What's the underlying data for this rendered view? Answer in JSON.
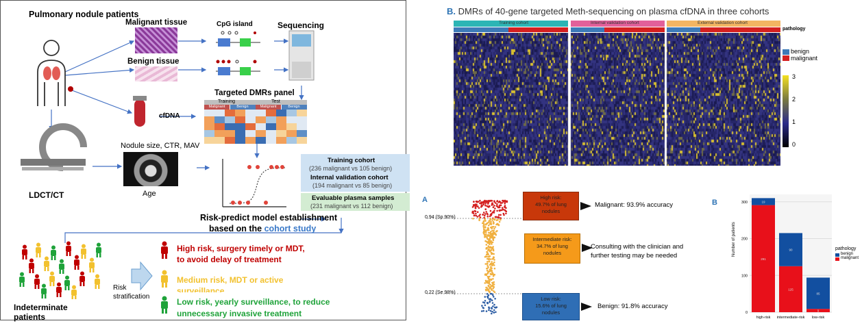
{
  "left": {
    "patients_title": "Pulmonary nodule  patients",
    "malignant_tissue": "Malignant tissue",
    "benign_tissue": "Benign tissue",
    "cpg_island": "CpG island",
    "sequencing": "Sequencing",
    "cfdna": "cfDNA",
    "panel_title": "Targeted DMRs panel",
    "panel_header_training": "Training",
    "panel_header_test": "Test",
    "panel_sub": [
      "Malignant",
      "Benign",
      "Malignant",
      "Benign"
    ],
    "ldct": "LDCT/CT",
    "nodule_features": "Nodule size, CTR, MAV",
    "age": "Age",
    "training_cohort": "Training cohort",
    "training_counts": "(236 malignant vs 105 benign)",
    "internal_cohort": "Internal validation cohort",
    "internal_counts": "(194 malignant vs 85 benign)",
    "evaluable": "Evaluable plasma samples",
    "evaluable_counts": "(231 malignant vs 112 benign)",
    "model_line1": "Risk-predict model establishment",
    "model_line2a": "based on the ",
    "model_line2b": "cohort study",
    "risk_strat_1": "Risk",
    "risk_strat_2": "stratification",
    "indeterminate_1": "Indeterminate",
    "indeterminate_2": "patients",
    "high_1": "High risk, surgery timely or MDT,",
    "high_2": "to avoid delay of treatment",
    "medium_1": "Medium risk, MDT or active",
    "medium_2": "surveillance",
    "low_1": "Low risk, yearly surveillance, to reduce",
    "low_2": "unnecessary invasive treatment",
    "colors": {
      "high": "#c00000",
      "medium": "#f2c12e",
      "low": "#1fa33a",
      "blue": "#3a79c8"
    }
  },
  "heatmap": {
    "label_prefix": "B.",
    "title": " DMRs of 40-gene targeted Meth-sequencing on plasma cfDNA in three cohorts",
    "cohorts": [
      "Training cohort",
      "Internal validation cohort",
      "External validation cohort"
    ],
    "pathology_label": "pathology",
    "legend": [
      "benign",
      "malignant"
    ],
    "scale_ticks": [
      "3",
      "2",
      "1",
      "0"
    ],
    "colors": {
      "training": "#2cb5b5",
      "internal": "#e2609a",
      "external": "#f3b562",
      "benign": "#3d7ab8",
      "malignant": "#d42020"
    }
  },
  "panelA": {
    "label": "A",
    "cut_high": "0.94 (Sp 90%)",
    "cut_low": "0.22 (Se 98%)",
    "high_box": [
      "High risk:",
      "49.7% of lung",
      "nodules"
    ],
    "mid_box": [
      "Intermediate risk:",
      "34.7% of lung",
      "nodules"
    ],
    "low_box": [
      "Low risk:",
      "15.6% of lung",
      "nodules"
    ],
    "high_text": "Malignant: 93.9% accuracy",
    "mid_text_1": "Consulting with the clinician and",
    "mid_text_2": "further testing may be needed",
    "low_text": "Benign: 91.8% accuracy"
  },
  "panelB": {
    "label": "B",
    "chart_data": {
      "type": "bar",
      "categories": [
        "high-risk",
        "intermediate-risk",
        "low-risk"
      ],
      "series": [
        {
          "name": "malignant",
          "values": [
            291,
            125,
            9
          ]
        },
        {
          "name": "benign",
          "values": [
            19,
            90,
            85
          ]
        }
      ],
      "ylabel": "Number of patients",
      "yticks": [
        "300",
        "200",
        "100",
        "0"
      ],
      "ylim": [
        0,
        320
      ],
      "legend_title": "pathology",
      "colors": {
        "malignant": "#e8101a",
        "benign": "#124fa0"
      }
    }
  }
}
